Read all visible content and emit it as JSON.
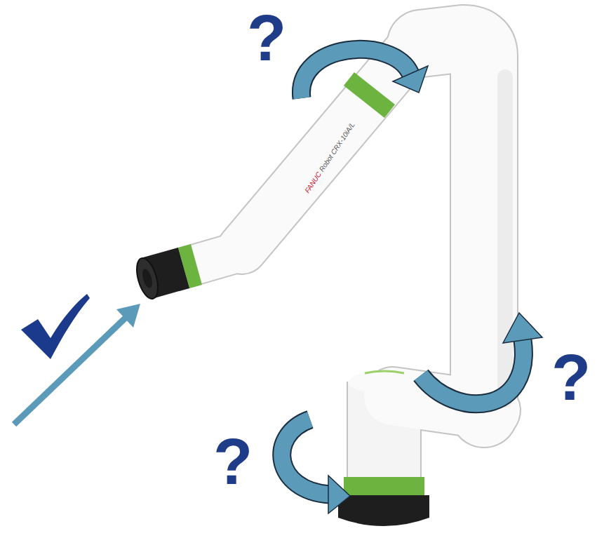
{
  "diagram": {
    "labels": [
      "?",
      "?",
      "?",
      "FANUC",
      "Robot CRX-10iA/L"
    ]
  }
}
